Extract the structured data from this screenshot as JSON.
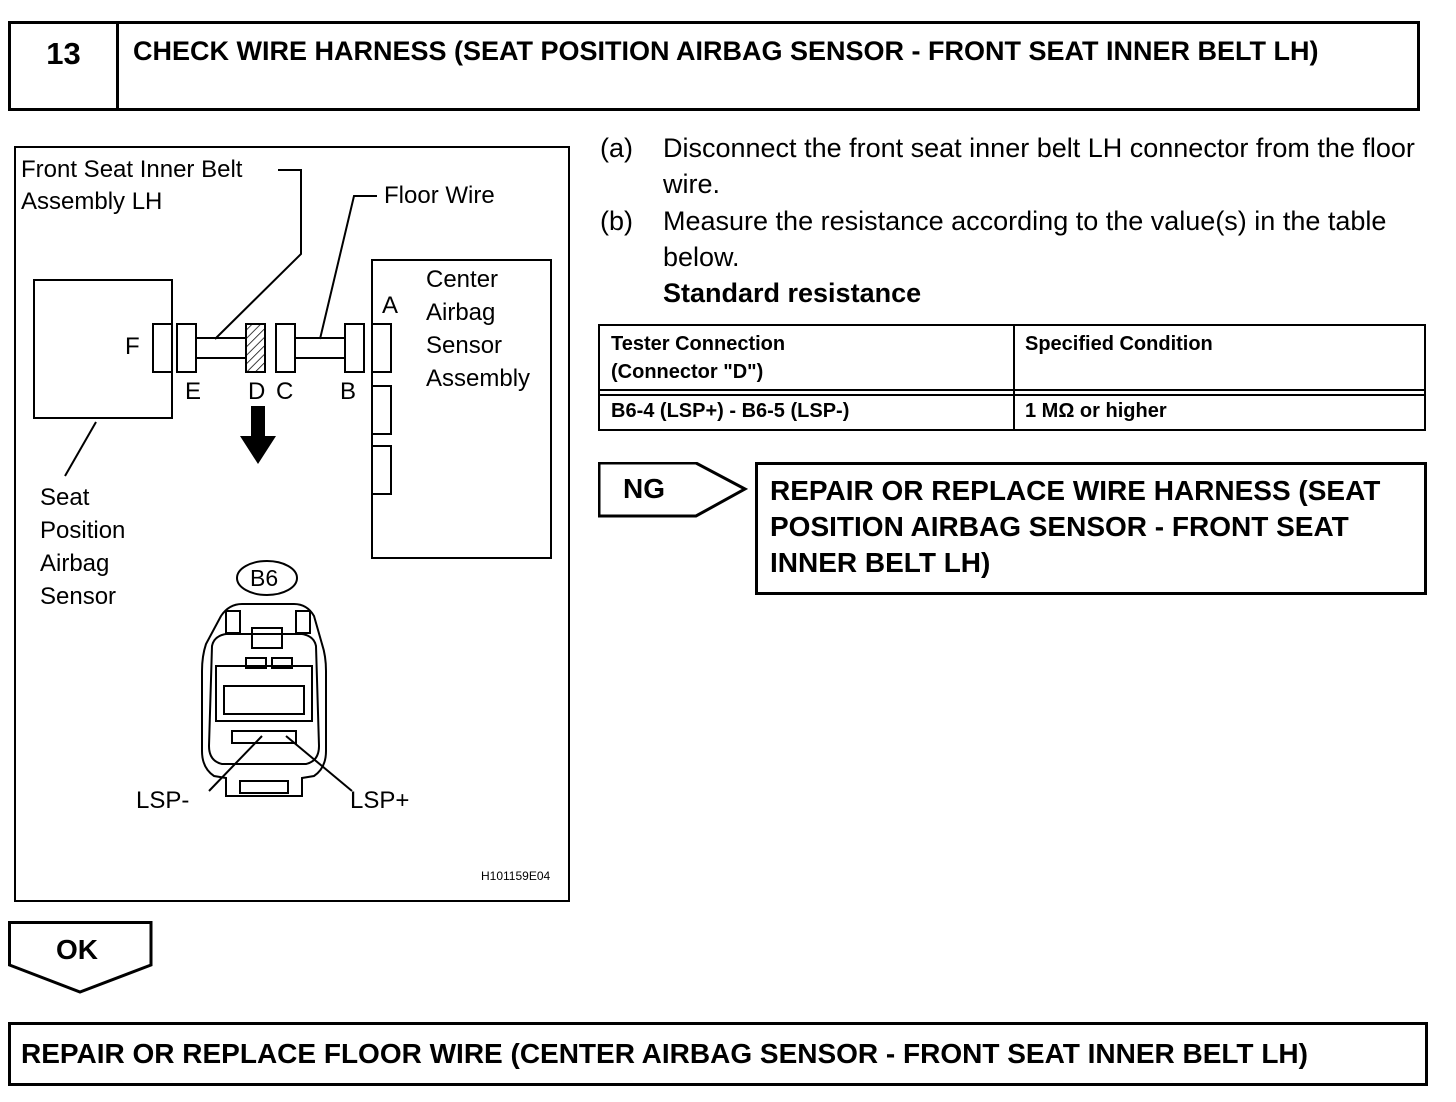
{
  "step": {
    "number": "13",
    "title": "CHECK WIRE HARNESS (SEAT POSITION AIRBAG SENSOR - FRONT SEAT INNER BELT LH)"
  },
  "diagram": {
    "belt_label_line1": "Front Seat Inner Belt",
    "belt_label_line2": "Assembly LH",
    "floor_wire_label": "Floor Wire",
    "center_label": [
      "Center",
      "Airbag",
      "Sensor",
      "Assembly"
    ],
    "seat_label": [
      "Seat",
      "Position",
      "Airbag",
      "Sensor"
    ],
    "connector_letters": {
      "a": "A",
      "b": "B",
      "c": "C",
      "d": "D",
      "e": "E",
      "f": "F"
    },
    "connector_id": "B6",
    "pin_lsp_minus": "LSP-",
    "pin_lsp_plus": "LSP+",
    "figure_code": "H101159E04"
  },
  "instructions": [
    {
      "marker": "(a)",
      "text": "Disconnect the front seat inner belt LH connector from the floor wire."
    },
    {
      "marker": "(b)",
      "text": "Measure the resistance according to the value(s) in the table below."
    }
  ],
  "standard_resistance_label": "Standard resistance",
  "table": {
    "header_col1_line1": "Tester Connection",
    "header_col1_line2": "(Connector \"D\")",
    "header_col2": "Specified Condition",
    "row_col1": "B6-4 (LSP+) - B6-5 (LSP-)",
    "row_col2": "1 MΩ or higher"
  },
  "ng": {
    "label": "NG",
    "result": "REPAIR OR REPLACE WIRE HARNESS (SEAT POSITION AIRBAG SENSOR - FRONT SEAT INNER BELT LH)"
  },
  "ok": {
    "label": "OK",
    "result": "REPAIR OR REPLACE FLOOR WIRE (CENTER AIRBAG SENSOR - FRONT SEAT INNER BELT LH)"
  }
}
